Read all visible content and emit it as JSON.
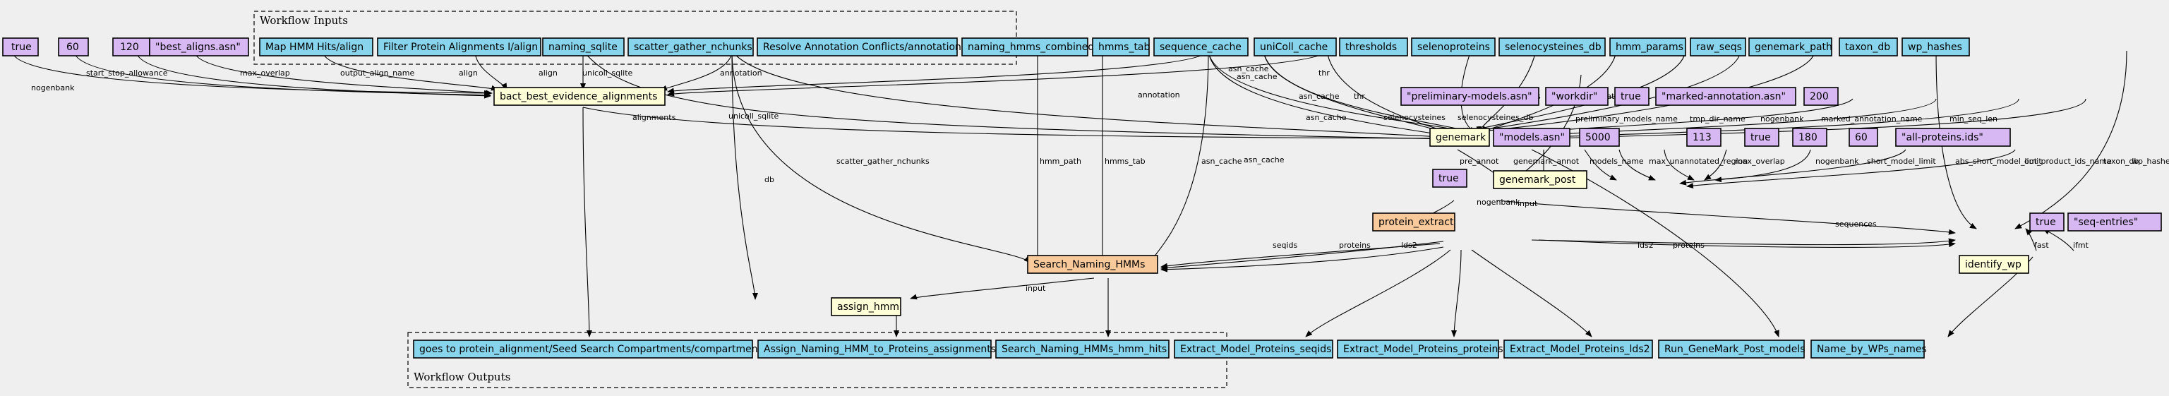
{
  "clusters": {
    "inputs_title": "Workflow Inputs",
    "outputs_title": "Workflow Outputs"
  },
  "colors": {
    "background": "#efefef",
    "io_node": "#87d4ec",
    "literal_node": "#d7b8f3",
    "task_node": "#fefed7",
    "subworkflow_node": "#f8c99b"
  },
  "nodes": {
    "lit_true_1": "true",
    "lit_60_1": "60",
    "lit_120": "120",
    "lit_best_aligns": "\"best_aligns.asn\"",
    "in_map_hmm": "Map HMM Hits/align",
    "in_filter_protein": "Filter Protein Alignments I/align",
    "in_naming_sqlite": "naming_sqlite",
    "in_scatter_gather": "scatter_gather_nchunks",
    "in_resolve": "Resolve Annotation Conflicts/annotation",
    "in_naming_hmms_combined": "naming_hmms_combined",
    "in_hmms_tab": "hmms_tab",
    "in_sequence_cache": "sequence_cache",
    "in_unicoll_cache": "uniColl_cache",
    "in_thresholds": "thresholds",
    "in_selenoproteins": "selenoproteins",
    "in_selenocysteines_db": "selenocysteines_db",
    "in_hmm_params": "hmm_params",
    "in_raw_seqs": "raw_seqs",
    "in_genemark_path": "genemark_path",
    "in_taxon_db": "taxon_db",
    "in_wp_hashes": "wp_hashes",
    "task_bact": "bact_best_evidence_alignments",
    "lit_prelim_models": "\"preliminary-models.asn\"",
    "lit_workdir": "\"workdir\"",
    "lit_true_2": "true",
    "lit_marked": "\"marked-annotation.asn\"",
    "lit_200": "200",
    "task_genemark": "genemark",
    "lit_models_asn": "\"models.asn\"",
    "lit_5000": "5000",
    "lit_113": "113",
    "lit_true_3": "true",
    "lit_180": "180",
    "lit_60_2": "60",
    "lit_all_proteins": "\"all-proteins.ids\"",
    "lit_true_4": "true",
    "task_genemark_post": "genemark_post",
    "sub_protein_extract": "protein_extract",
    "lit_true_5": "true",
    "lit_seq_entries": "\"seq-entries\"",
    "sub_search_naming": "Search_Naming_HMMs",
    "task_identify_wp": "identify_wp",
    "task_assign_hmm": "assign_hmm",
    "out_goes_to": "goes to protein_alignment/Seed Search Compartments/compartments",
    "out_assign_naming": "Assign_Naming_HMM_to_Proteins_assignments",
    "out_search_hits": "Search_Naming_HMMs_hmm_hits",
    "out_extract_seqids": "Extract_Model_Proteins_seqids",
    "out_extract_proteins": "Extract_Model_Proteins_proteins",
    "out_extract_lds2": "Extract_Model_Proteins_lds2",
    "out_run_genemark": "Run_GeneMark_Post_models",
    "out_name_by_wps": "Name_by_WPs_names"
  },
  "edge_labels": {
    "e_nogenbank_1": "nogenbank",
    "e_start_stop": "start_stop_allowance",
    "e_max_overlap_1": "max_overlap",
    "e_output_align": "output_align_name",
    "e_align_1": "align",
    "e_align_2": "align",
    "e_unicoll_sqlite_1": "unicoll_sqlite",
    "e_annotation_1": "annotation",
    "e_asn_cache_1": "asn_cache",
    "e_thr_1": "thr",
    "e_alignments": "alignments",
    "e_unicoll_sqlite_2": "unicoll_sqlite",
    "e_annotation_2": "annotation",
    "e_asn_cache_2": "asn_cache",
    "e_asn_cache_3": "asn_cache",
    "e_thr_2": "thr",
    "e_hmm_params": "hmm_params",
    "e_sequences_1": "sequences",
    "e_genemark_path": "genemark_path",
    "e_asn_cache_4": "asn_cache",
    "e_asn_cache_5": "asn_cache",
    "e_selenocysteines": "selenocysteines",
    "e_selenocysteines_db": "selenocysteines_db",
    "e_preliminary_models_name": "preliminary_models_name",
    "e_tmp_dir_name": "tmp_dir_name",
    "e_nogenbank_2": "nogenbank",
    "e_marked_annotation_name": "marked_annotation_name",
    "e_min_seq_len": "min_seq_len",
    "e_db": "db",
    "e_scatter_gather": "scatter_gather_nchunks",
    "e_hmm_path": "hmm_path",
    "e_hmms_tab": "hmms_tab",
    "e_asn_cache_6": "asn_cache",
    "e_pre_annot": "pre_annot",
    "e_genemark_annot": "genemark_annot",
    "e_models_name": "models_name",
    "e_max_unannotated_region": "max_unannotated_region",
    "e_max_overlap_2": "max_overlap",
    "e_nogenbank_3": "nogenbank",
    "e_short_model_limit": "short_model_limit",
    "e_abs_short_model_limit": "abs_short_model_limit",
    "e_out_product_ids_name": "out_product_ids_name",
    "e_taxon_db": "taxon_db",
    "e_wp_hashes": "wp_hashes",
    "e_nogenbank_4": "nogenbank",
    "e_input_1": "input",
    "e_sequences_2": "sequences",
    "e_seqids": "seqids",
    "e_proteins_1": "proteins",
    "e_lds2_1": "lds2",
    "e_lds2_2": "lds2",
    "e_proteins_2": "proteins",
    "e_fast": "fast",
    "e_ifmt": "ifmt",
    "e_input_2": "input"
  }
}
